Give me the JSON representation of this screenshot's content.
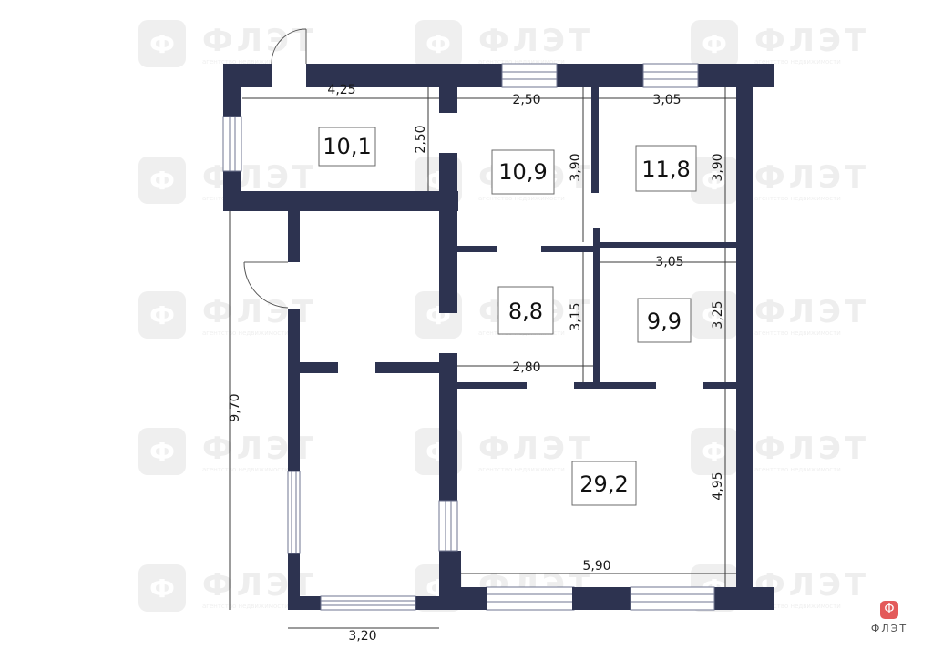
{
  "watermark": {
    "brand": "ФЛЭТ",
    "badge_glyph": "Ф",
    "tagline": "агентство недвижимости"
  },
  "logo": {
    "badge_glyph": "Ф",
    "name": "ФЛЭТ"
  },
  "rooms": [
    {
      "id": "room-top-left",
      "area": "10,1"
    },
    {
      "id": "room-top-middle",
      "area": "10,9"
    },
    {
      "id": "room-top-right",
      "area": "11,8"
    },
    {
      "id": "room-hall",
      "area": "8,8"
    },
    {
      "id": "room-middle-right",
      "area": "9,9"
    },
    {
      "id": "room-large",
      "area": "29,2"
    }
  ],
  "dimensions": [
    {
      "id": "dim-top-left-width",
      "value": "4,25"
    },
    {
      "id": "dim-top-left-depth",
      "value": "2,50"
    },
    {
      "id": "dim-top-middle-width",
      "value": "2,50"
    },
    {
      "id": "dim-top-middle-depth",
      "value": "3,90"
    },
    {
      "id": "dim-top-right-width",
      "value": "3,05"
    },
    {
      "id": "dim-top-right-depth",
      "value": "3,90"
    },
    {
      "id": "dim-middle-right-width",
      "value": "3,05"
    },
    {
      "id": "dim-middle-right-depth",
      "value": "3,25"
    },
    {
      "id": "dim-hall-depth",
      "value": "3,15"
    },
    {
      "id": "dim-hall-width",
      "value": "2,80"
    },
    {
      "id": "dim-large-depth",
      "value": "4,95"
    },
    {
      "id": "dim-large-width",
      "value": "5,90"
    },
    {
      "id": "dim-total-height",
      "value": "9,70"
    },
    {
      "id": "dim-bottom-left-width",
      "value": "3,20"
    }
  ],
  "colors": {
    "wall": "#2d3350",
    "logo_badge": "#e35a5a"
  }
}
